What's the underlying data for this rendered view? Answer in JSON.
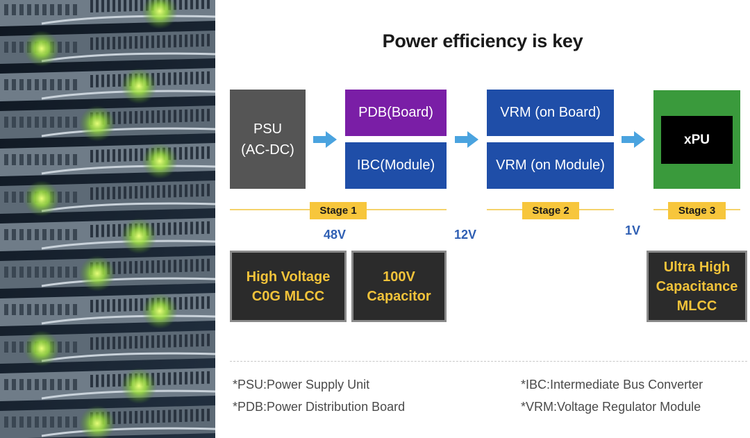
{
  "title": "Power efficiency is key",
  "blocks": {
    "psu": [
      "PSU",
      "(AC-DC)"
    ],
    "pdb": "PDB(Board)",
    "ibc": "IBC(Module)",
    "vrm_board": "VRM (on Board)",
    "vrm_module": "VRM (on Module)",
    "xpu": "xPU"
  },
  "stages": [
    "Stage 1",
    "Stage 2",
    "Stage 3"
  ],
  "voltages": [
    "48V",
    "12V",
    "1V"
  ],
  "components": [
    [
      "High Voltage",
      "C0G MLCC"
    ],
    [
      "100V",
      "Capacitor"
    ],
    [
      "Ultra High",
      "Capacitance",
      "MLCC"
    ]
  ],
  "notes": [
    "*PSU:Power Supply Unit",
    "*PDB:Power Distribution Board",
    "*IBC:Intermediate Bus Converter",
    "*VRM:Voltage Regulator Module"
  ],
  "colors": {
    "psu": "#555555",
    "pdb": "#7a1ea6",
    "converter_blue": "#1f4ea8",
    "xpu_board": "#3a9a3c",
    "stage_yellow": "#f7c63c",
    "voltage_blue": "#2f5fb3",
    "component_text": "#f2c33a",
    "arrow": "#4aa3df"
  }
}
